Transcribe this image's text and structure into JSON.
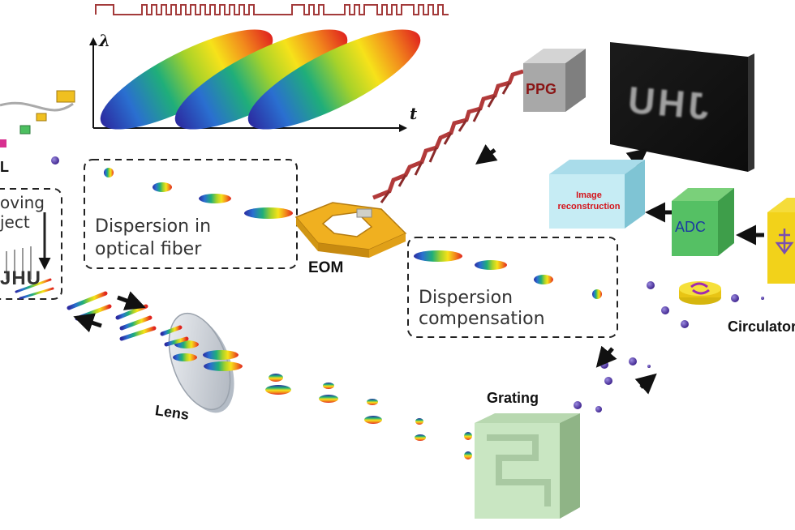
{
  "plot": {
    "y_symbol": "λ",
    "x_symbol": "t"
  },
  "labels": {
    "dispersion_fiber": [
      "Dispersion in",
      "optical fiber"
    ],
    "dispersion_comp": [
      "Dispersion",
      "compensation"
    ],
    "eom": "EOM",
    "ppg": "PPG",
    "image_reconstruction": [
      "Image",
      "reconstruction"
    ],
    "adc": "ADC",
    "circulator": "Circulator",
    "grating": "Grating",
    "lens": "Lens",
    "moving_object": [
      "oving",
      "ject"
    ],
    "laser_partial": "L",
    "object_text": "JHU",
    "screen_text": "JHU"
  },
  "colors": {
    "accent_text": "#d4141b",
    "waveform": "#a33a3a",
    "eom": "#f0b020",
    "ppg": "#9a9a9a",
    "image_box": "#bfe8f0",
    "adc": "#4cbf60",
    "detector": "#f2d21a",
    "grating": "#c9e6c2"
  }
}
